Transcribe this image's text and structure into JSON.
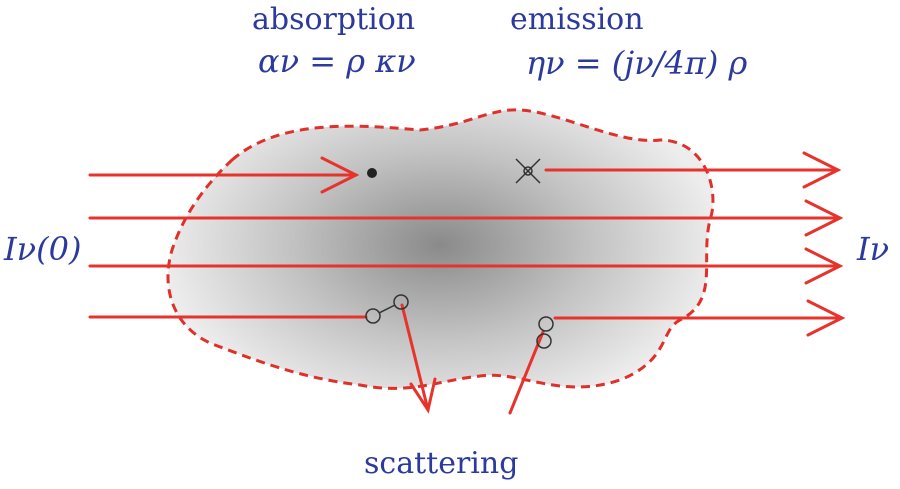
{
  "labels": {
    "absorption_title": "absorption",
    "absorption_equation": "αν = ρ κν",
    "emission_title": "emission",
    "emission_equation": "ην = (jν/4π) ρ",
    "intensity_in": "Iν(0)",
    "intensity_out": "Iν",
    "scattering": "scattering"
  },
  "colors": {
    "ray": "#e8332c",
    "cloud_border": "#e0302a",
    "text": "#2b3a9c",
    "cloud_center": "#8a8a8a",
    "cloud_edge": "#ededed",
    "particle": "#222222"
  }
}
